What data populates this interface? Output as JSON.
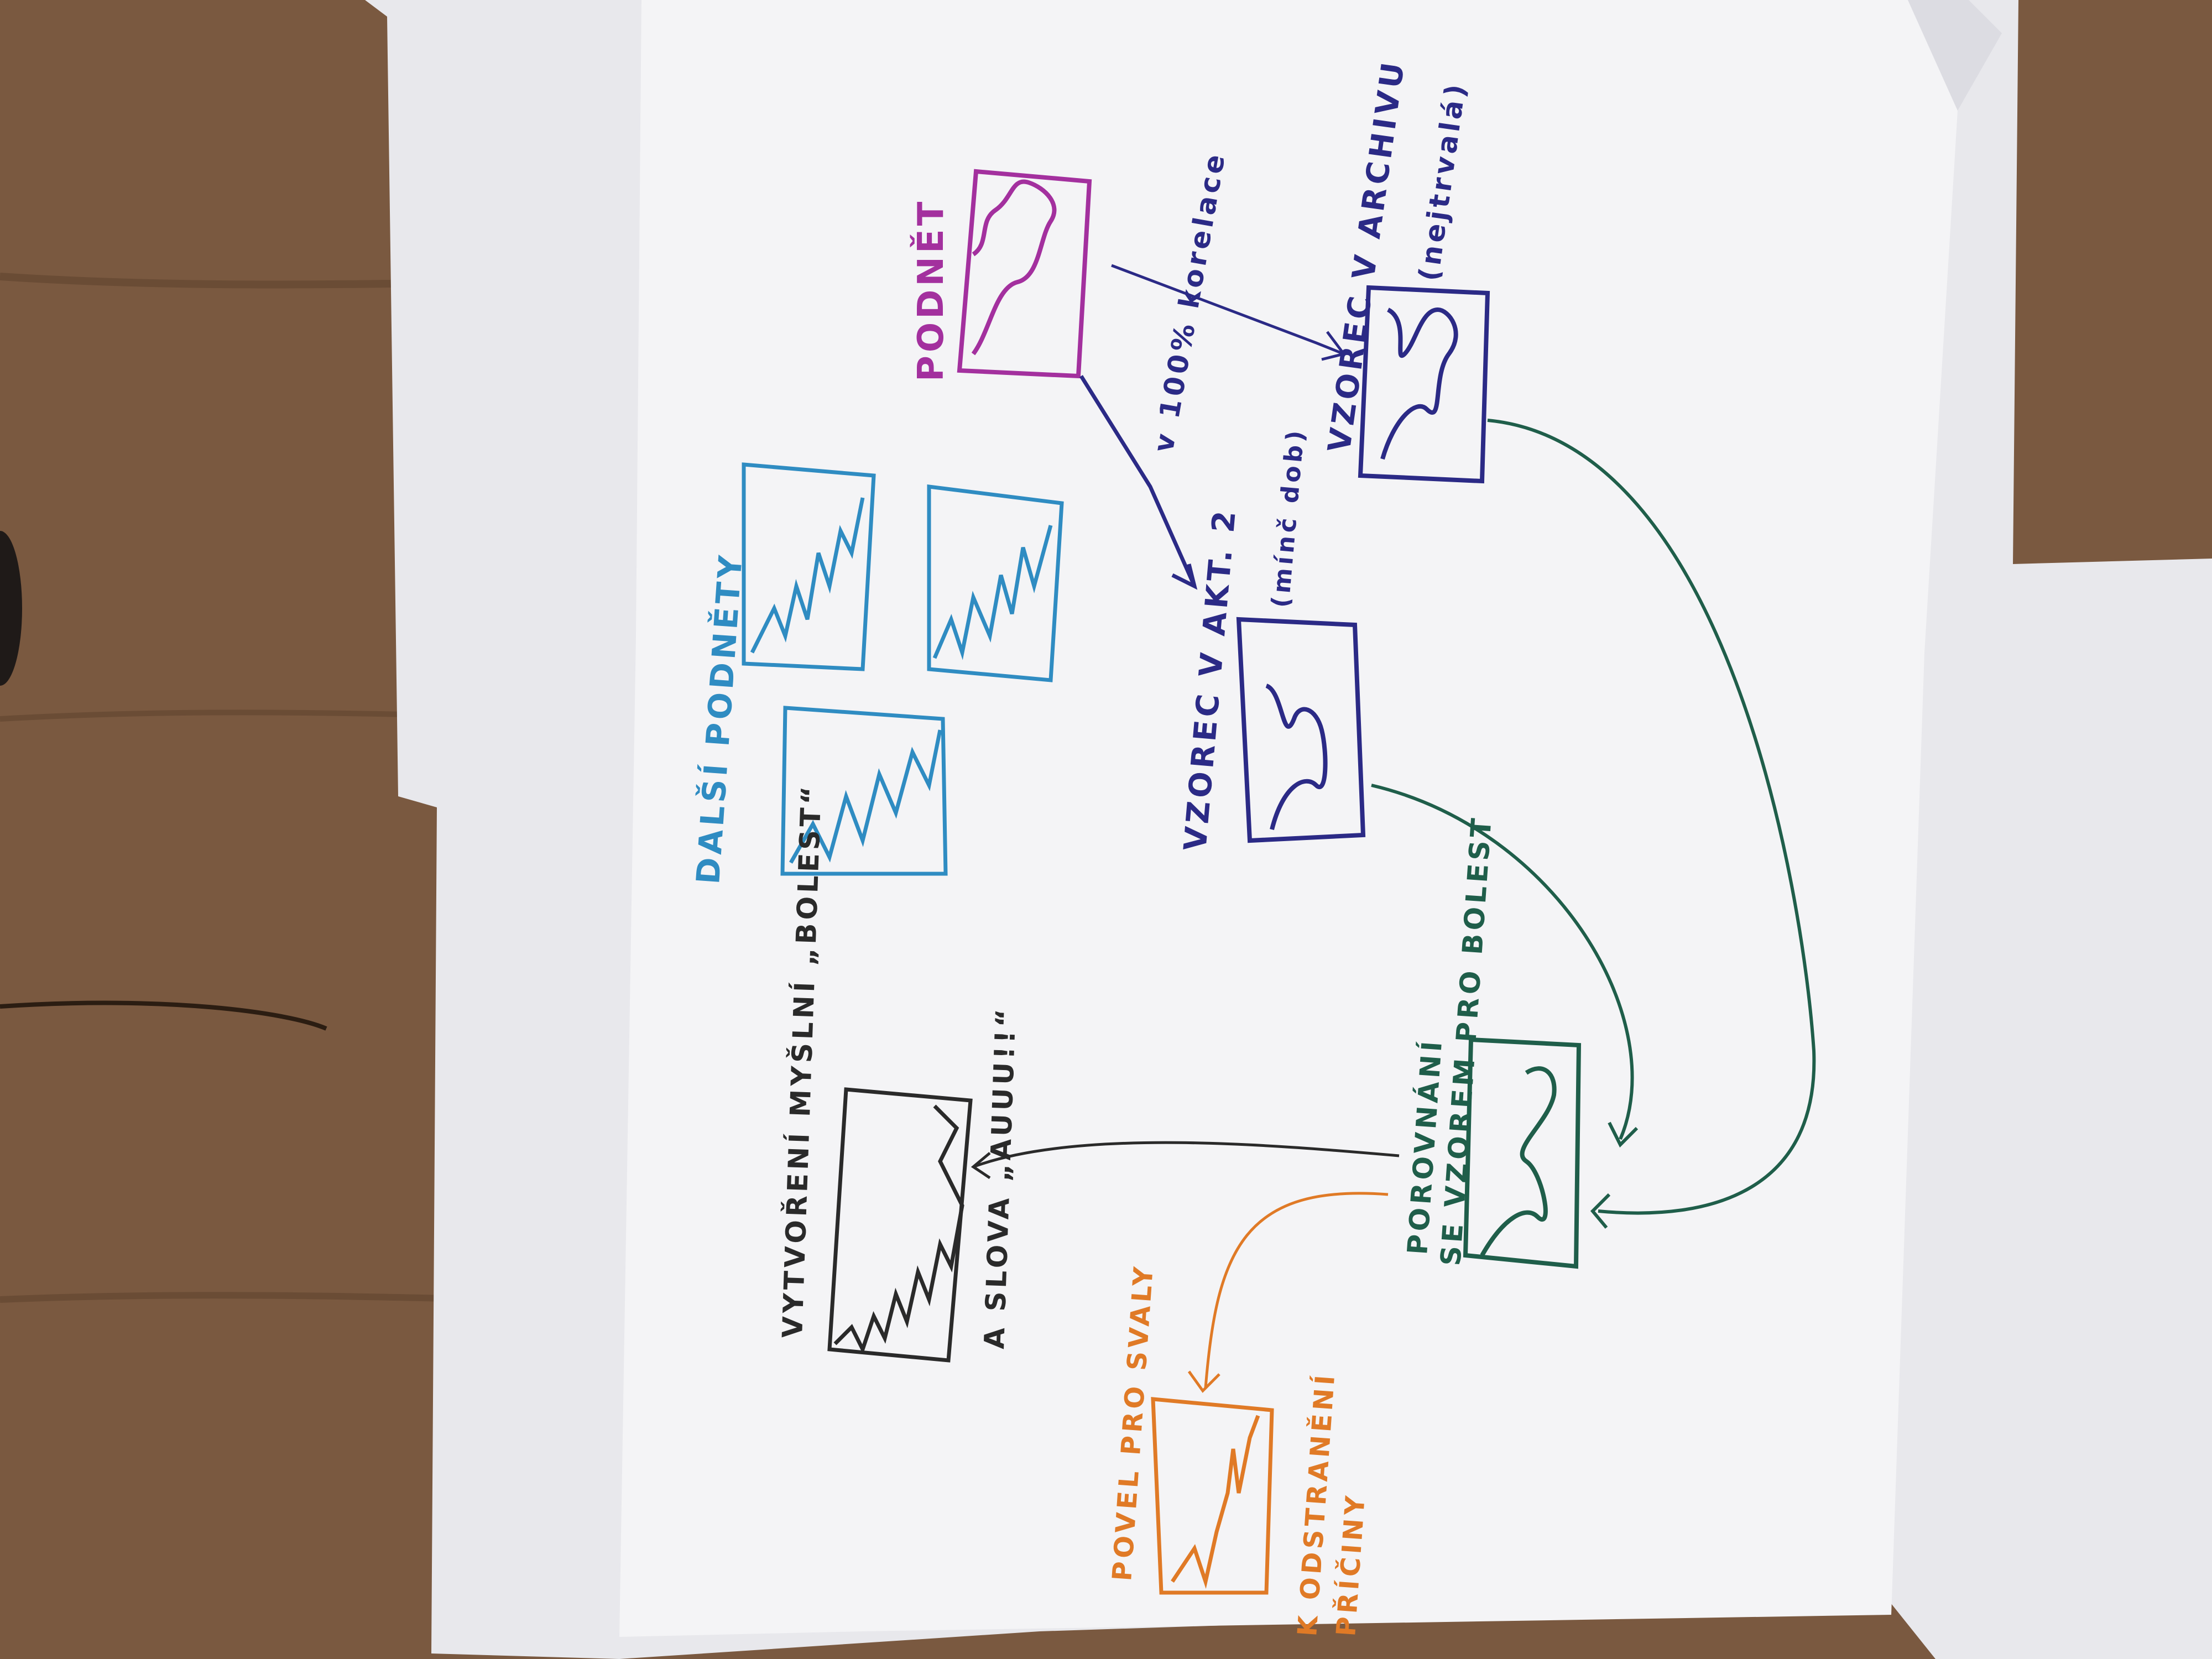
{
  "colors": {
    "magenta": "#a3309e",
    "navy": "#2b2a86",
    "cyan": "#2f8cc2",
    "green": "#1f5e4a",
    "black": "#2a2a2a",
    "orange": "#e07a26",
    "paper": "#f4f4f6",
    "desk": "#7b5a3e"
  },
  "labels": {
    "podnet": "PODNĚT",
    "korelace": "v 100% korelace",
    "vzorec_v_archivu": "VZOREC V ARCHIVU",
    "archiv_note": "(nejtrvalá)",
    "vzorec_v_aktualni": "VZOREC V AKT. 2",
    "aktualni_note": "(mínč dob)",
    "dalsi_podnety": "DALŠÍ PODNĚTY",
    "vytvoreni": "VYTVOŘENÍ MYŠLNÍ „BOLEST“",
    "a_slova": "A SLOVA „AUUU!!“",
    "porovnani": "POROVNÁNÍ",
    "se_vzorem": "SE VZOREM PRO BOLEST",
    "povel": "POVEL PRO SVALY",
    "k_odstraneni": "K ODSTRANĚNÍ",
    "priciny": "PŘÍČINY"
  }
}
